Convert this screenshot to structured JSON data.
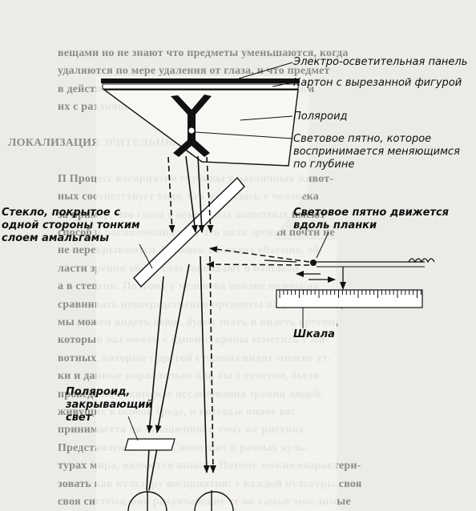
{
  "labels": {
    "panel": "Электро-осветительная панель",
    "cardboard": "Картон с вырезанной фигурой",
    "polaroid_top": "Поляроид",
    "spot_line1": "Световое пятно, которое",
    "spot_line2": "воспринимается меняющимся",
    "spot_line3": "по глубине",
    "glass_line1": "Стекло, покрытое с",
    "glass_line2": "одной стороны тонким",
    "glass_line3": "слоем амальгамы",
    "moving_line1": "Световое пятно движется",
    "moving_line2": "вдоль планки",
    "scale": "Шкала",
    "polaroid_bottom_line1": "Поляроид,",
    "polaroid_bottom_line2": "закрывающий",
    "polaroid_bottom_line3": "свет"
  },
  "background_text": [
    "вещами но не знают что предметы уменьшаются, когда",
    "удаляются по мере удаления от глаза, и что предмет",
    "в действительности не меняется когда мы видим",
    "их с различного расстояния.",
    "",
    "ЛОКАЛИЗАЦИЯ ЗРИТЕЛЬНЫХ ОБРАЗОВ",
    "",
    "П       Процесс восприятия глубины у различных живот-",
    "ных     соответствует тому, что изучалось у человека",
    "за      пример, что глаза у некоторых животных имеют",
    "способ  и расположены так, что поля зрения почти не",
    "не      перекрываются. Человек же видит объемно, об-",
    "           ласти зрения обоих глаз совпадают в большой",
    "    а  в   степени. Поэтому у человека вполне возможно",
    "сравнивать непосредственно предметы на расстоянии,",
    "мы можем видеть вещи, будем знать и видеть кругом,",
    "который мы можем с одной стороны заметить у жи-",
    "вотных, которые с другой стороны видят многие ут-",
    "ки и данные параллельно как бы с отчетом, были",
    "проведены некоторые исследования зрения людей,",
    "живущих в особой среде, и которые иначе вос-",
    "принимается по отношению к тому же рисунку.",
    "    Представления людей, живущих в разных куль-",
    "турах мира, являются иными. Потому можно охарактери-",
    "зовать как культуру восприятия; у каждой культуры своя",
    "своя система, они различающие те же самые мыслимые"
  ],
  "colors": {
    "ink": "#111111",
    "paper": "#ecebe7",
    "background_text": "#8d8b86"
  }
}
